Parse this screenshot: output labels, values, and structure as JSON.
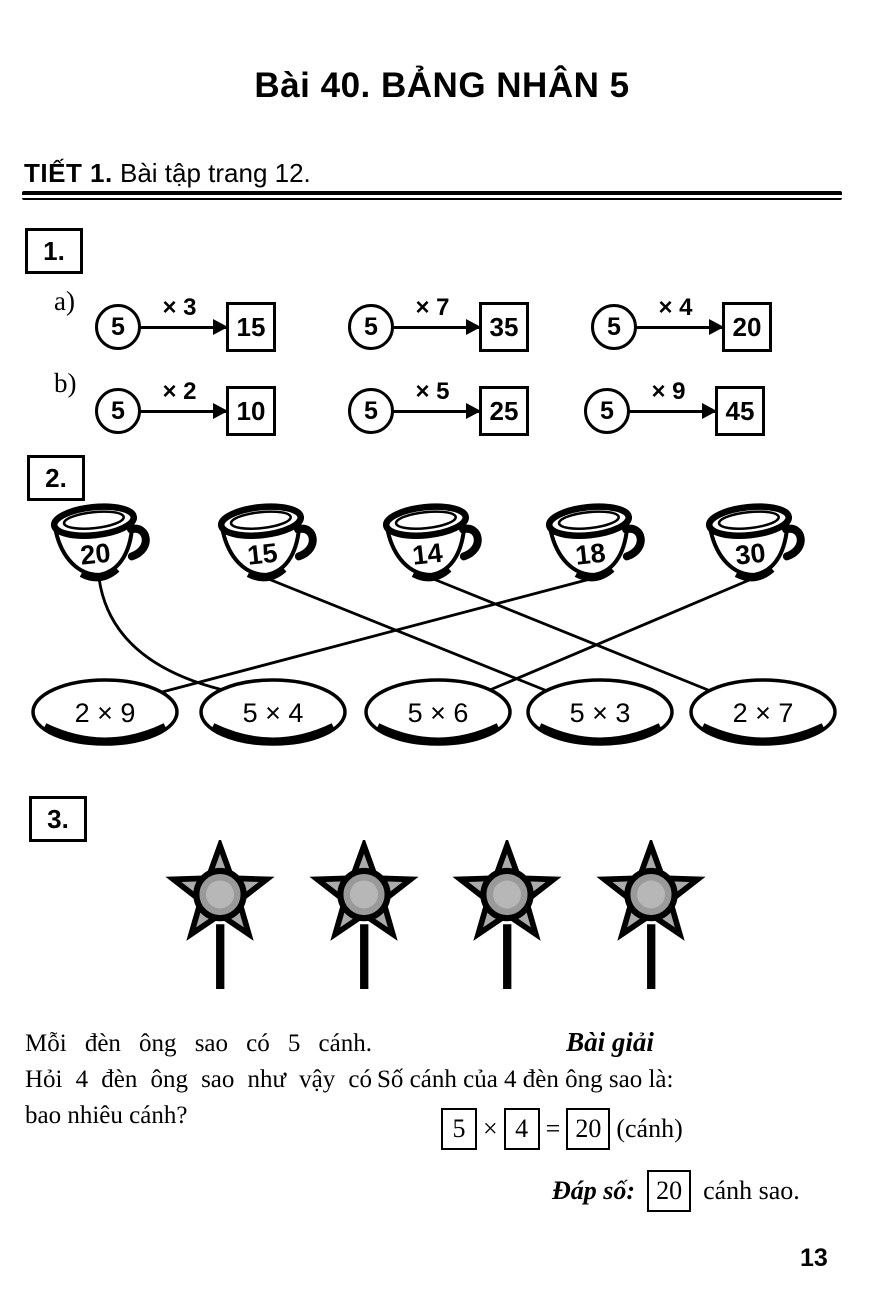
{
  "title": "Bài 40. BẢNG NHÂN 5",
  "section": {
    "tiet_label": "TIẾT 1.",
    "tiet_text": "Bài tập trang 12."
  },
  "ex1": {
    "number": "1.",
    "rows": [
      {
        "label": "a)",
        "items": [
          {
            "input": "5",
            "op": "× 3",
            "result": "15"
          },
          {
            "input": "5",
            "op": "× 7",
            "result": "35"
          },
          {
            "input": "5",
            "op": "× 4",
            "result": "20"
          }
        ]
      },
      {
        "label": "b)",
        "items": [
          {
            "input": "5",
            "op": "× 2",
            "result": "10"
          },
          {
            "input": "5",
            "op": "× 5",
            "result": "25"
          },
          {
            "input": "5",
            "op": "× 9",
            "result": "45"
          }
        ]
      }
    ]
  },
  "ex2": {
    "number": "2.",
    "cups": [
      "20",
      "15",
      "14",
      "18",
      "30"
    ],
    "plates": [
      "2 × 9",
      "5 × 4",
      "5 × 6",
      "5 × 3",
      "2 × 7"
    ],
    "connections": [
      [
        "20",
        "5 × 4"
      ],
      [
        "15",
        "5 × 3"
      ],
      [
        "14",
        "2 × 7"
      ],
      [
        "18",
        "2 × 9"
      ],
      [
        "30",
        "5 × 6"
      ]
    ]
  },
  "ex3": {
    "number": "3.",
    "lantern_count": 4,
    "problem_lines": [
      "Mỗi đèn ông sao có 5 cánh.",
      "Hỏi 4 đèn ông sao như vậy có",
      "bao nhiêu cánh?"
    ],
    "solution": {
      "heading": "Bài giải",
      "statement": "Số cánh của 4 đèn ông sao là:",
      "eq": {
        "a": "5",
        "times": "×",
        "b": "4",
        "equals": "=",
        "result": "20",
        "unit": "(cánh)"
      },
      "answer_label": "Đáp số:",
      "answer_value": "20",
      "answer_unit": "cánh sao."
    }
  },
  "page": {
    "number": "13"
  }
}
